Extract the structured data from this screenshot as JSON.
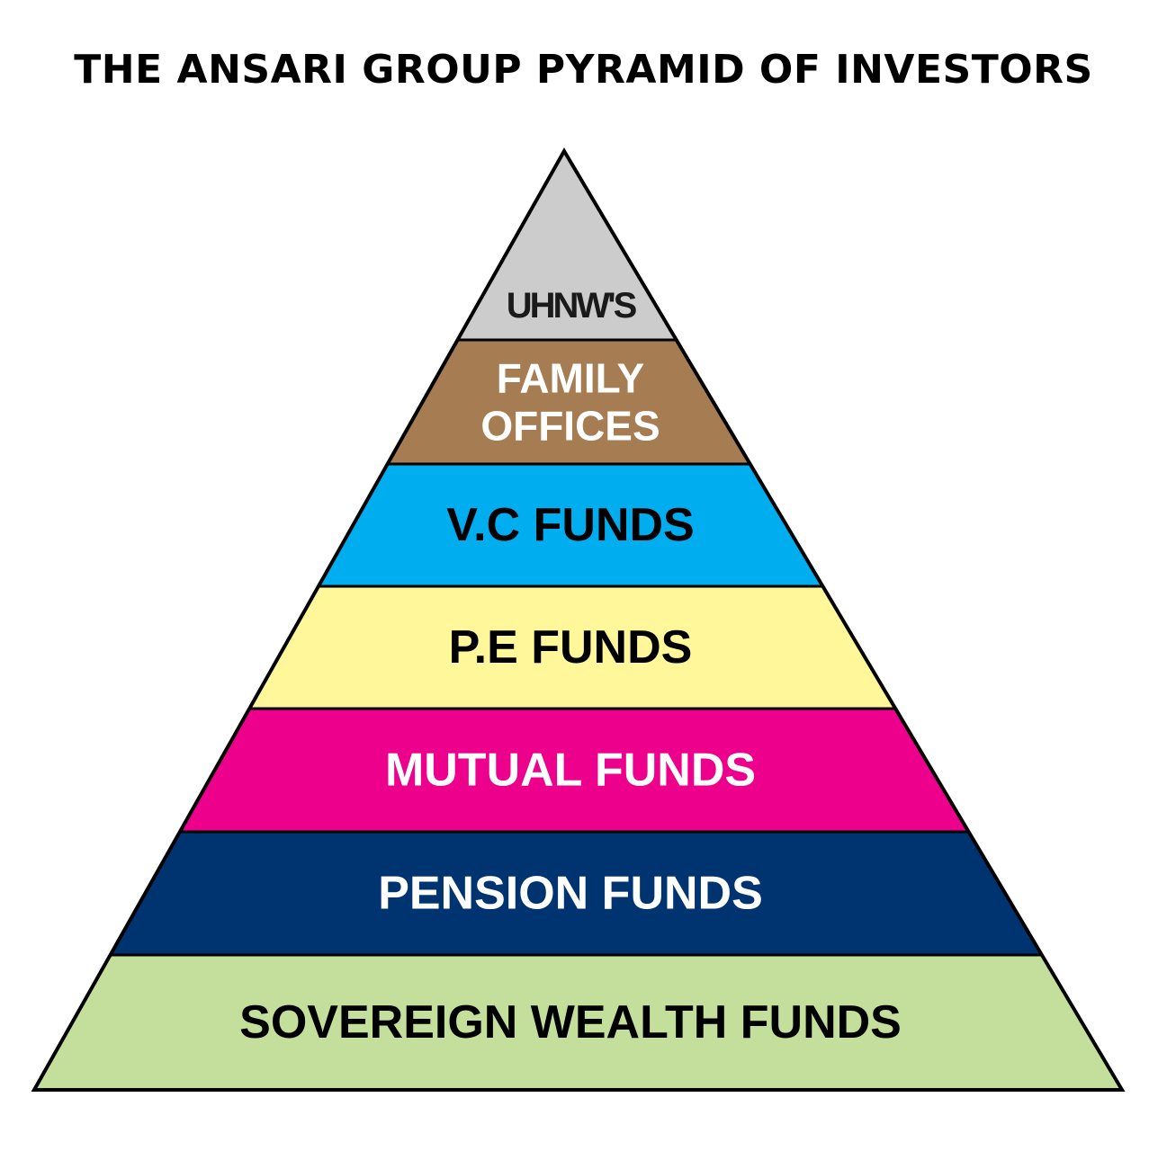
{
  "title": "THE ANSARI GROUP PYRAMID OF INVESTORS",
  "tiers": [
    {
      "lines": [
        "UHNW'S"
      ],
      "fill": "#cccccc",
      "text_color": "#1a1a1a"
    },
    {
      "lines": [
        "FAMILY",
        "OFFICES"
      ],
      "fill": "#a67c52",
      "text_color": "#ffffff"
    },
    {
      "lines": [
        "V.C FUNDS"
      ],
      "fill": "#00aeef",
      "text_color": "#000000"
    },
    {
      "lines": [
        "P.E FUNDS"
      ],
      "fill": "#fff799",
      "text_color": "#000000"
    },
    {
      "lines": [
        "MUTUAL FUNDS"
      ],
      "fill": "#ec008c",
      "text_color": "#ffffff"
    },
    {
      "lines": [
        "PENSION FUNDS"
      ],
      "fill": "#003471",
      "text_color": "#ffffff"
    },
    {
      "lines": [
        "SOVEREIGN WEALTH FUNDS"
      ],
      "fill": "#c4df9b",
      "text_color": "#000000"
    }
  ]
}
